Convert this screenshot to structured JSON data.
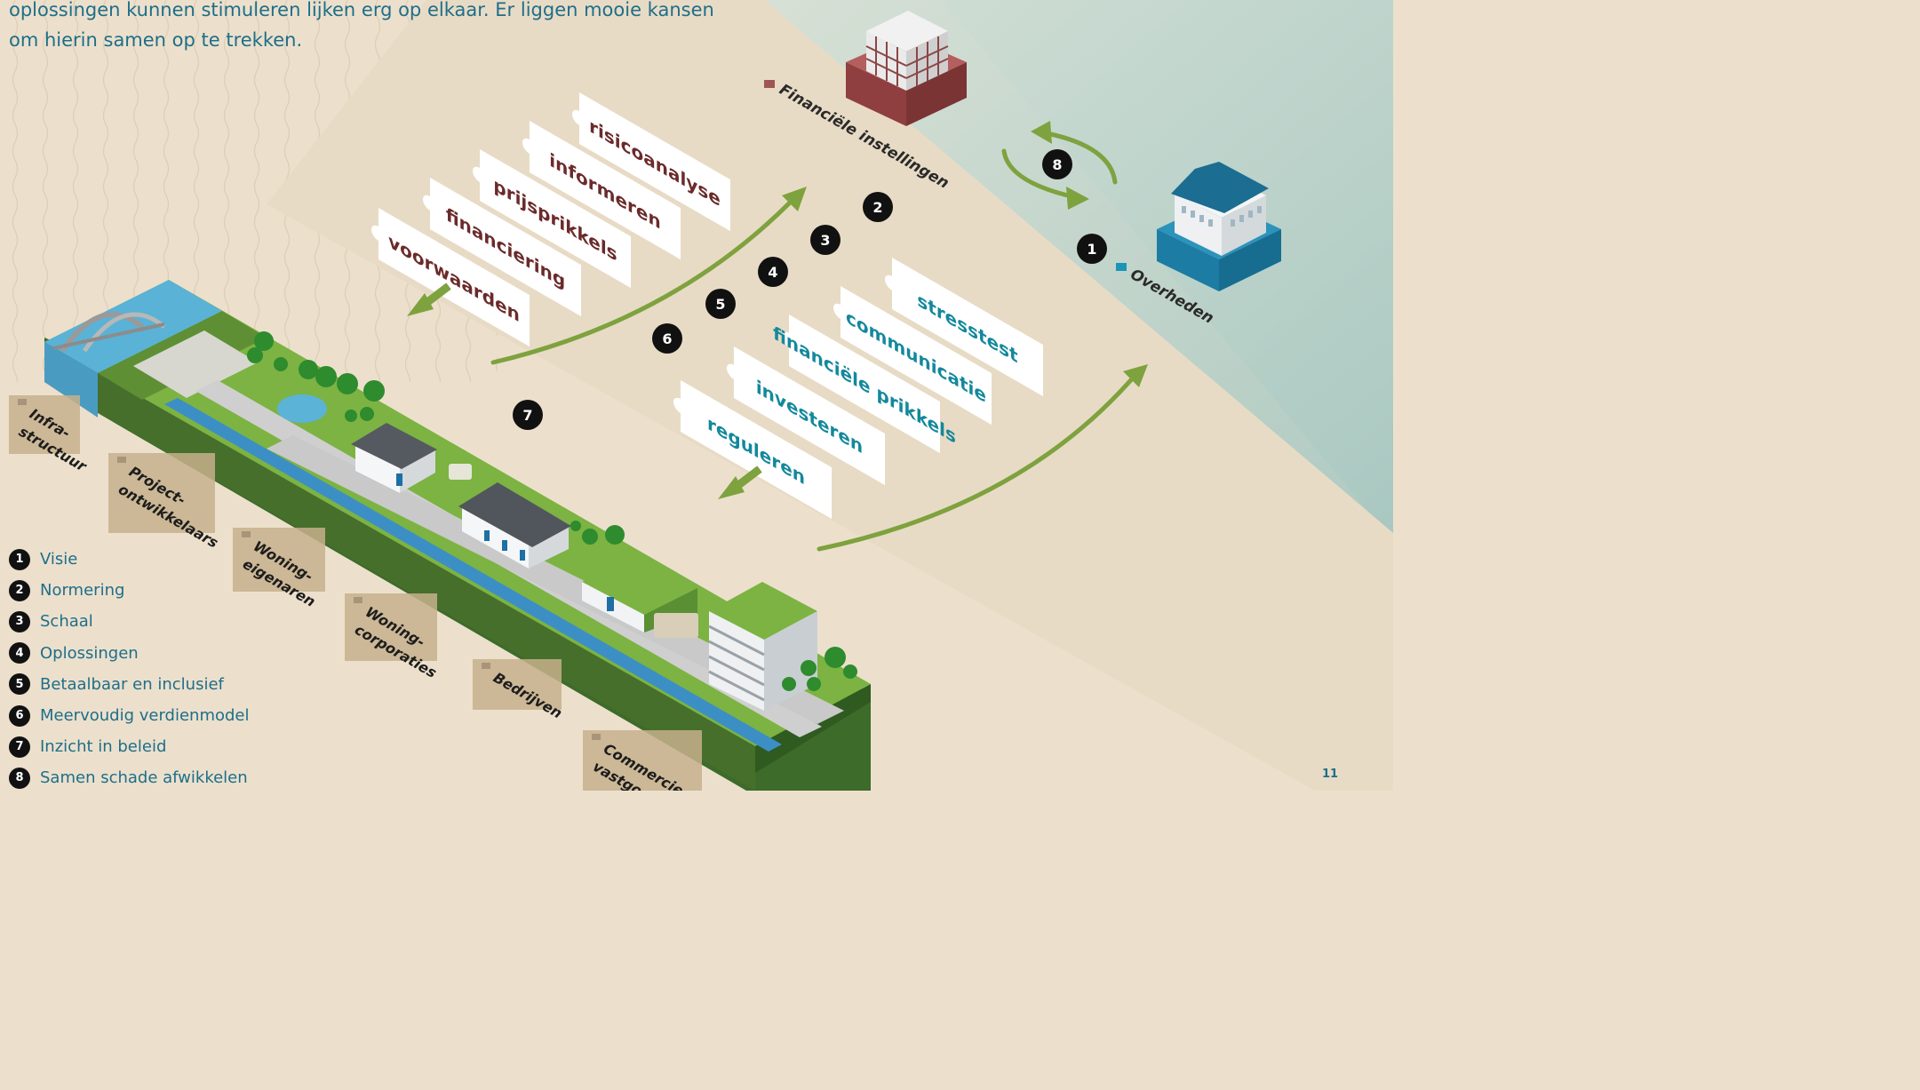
{
  "intro": {
    "line1": "oplossingen kunnen stimuleren lijken erg op elkaar. Er liggen mooie kansen",
    "line2": "om hierin samen op te trekken."
  },
  "institutions": {
    "financial": "Financiële instellingen",
    "government": "Overheden"
  },
  "financial_cards": [
    "risicoanalyse",
    "informeren",
    "prijsprikkels",
    "financiering",
    "voorwaarden"
  ],
  "government_cards": [
    "stresstest",
    "communicatie",
    "financiële prikkels",
    "investeren",
    "reguleren"
  ],
  "markers": [
    "1",
    "2",
    "3",
    "4",
    "5",
    "6",
    "7",
    "8"
  ],
  "stakeholders": {
    "infra": {
      "line1": "Infra-",
      "line2": "structuur"
    },
    "project": {
      "line1": "Project-",
      "line2": "ontwikkelaars"
    },
    "woning_eig": {
      "line1": "Woning-",
      "line2": "eigenaren"
    },
    "woning_corp": {
      "line1": "Woning-",
      "line2": "corporaties"
    },
    "bedrijven": {
      "line1": "Bedrijven"
    },
    "commercieel": {
      "line1": "Commercieel",
      "line2": "vastgoed"
    }
  },
  "legend": [
    {
      "num": "1",
      "label": "Visie"
    },
    {
      "num": "2",
      "label": "Normering"
    },
    {
      "num": "3",
      "label": "Schaal"
    },
    {
      "num": "4",
      "label": "Oplossingen"
    },
    {
      "num": "5",
      "label": "Betaalbaar en inclusief"
    },
    {
      "num": "6",
      "label": "Meervoudig verdienmodel"
    },
    {
      "num": "7",
      "label": "Inzicht in beleid"
    },
    {
      "num": "8",
      "label": "Samen schade afwikkelen"
    }
  ],
  "page_number": "11",
  "colors": {
    "financial_text": "#6b2a2a",
    "government_text": "#13889c",
    "arrow_green": "#7ea23e",
    "sea": "#bcd3cc",
    "sand": "#ece0cc",
    "intro_text": "#1e6e8a"
  }
}
